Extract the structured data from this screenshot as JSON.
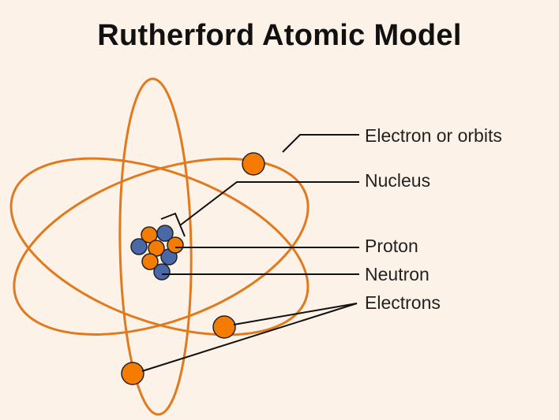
{
  "title": "Rutherford Atomic Model",
  "labels": {
    "orbits": "Electron or orbits",
    "nucleus": "Nucleus",
    "proton": "Proton",
    "neutron": "Neutron",
    "electrons": "Electrons"
  },
  "colors": {
    "background": "#fdf2e8",
    "orbit": "#e07a1f",
    "electron": "#f57c00",
    "proton": "#f57c00",
    "neutron": "#4a68a8",
    "line": "#111111"
  }
}
